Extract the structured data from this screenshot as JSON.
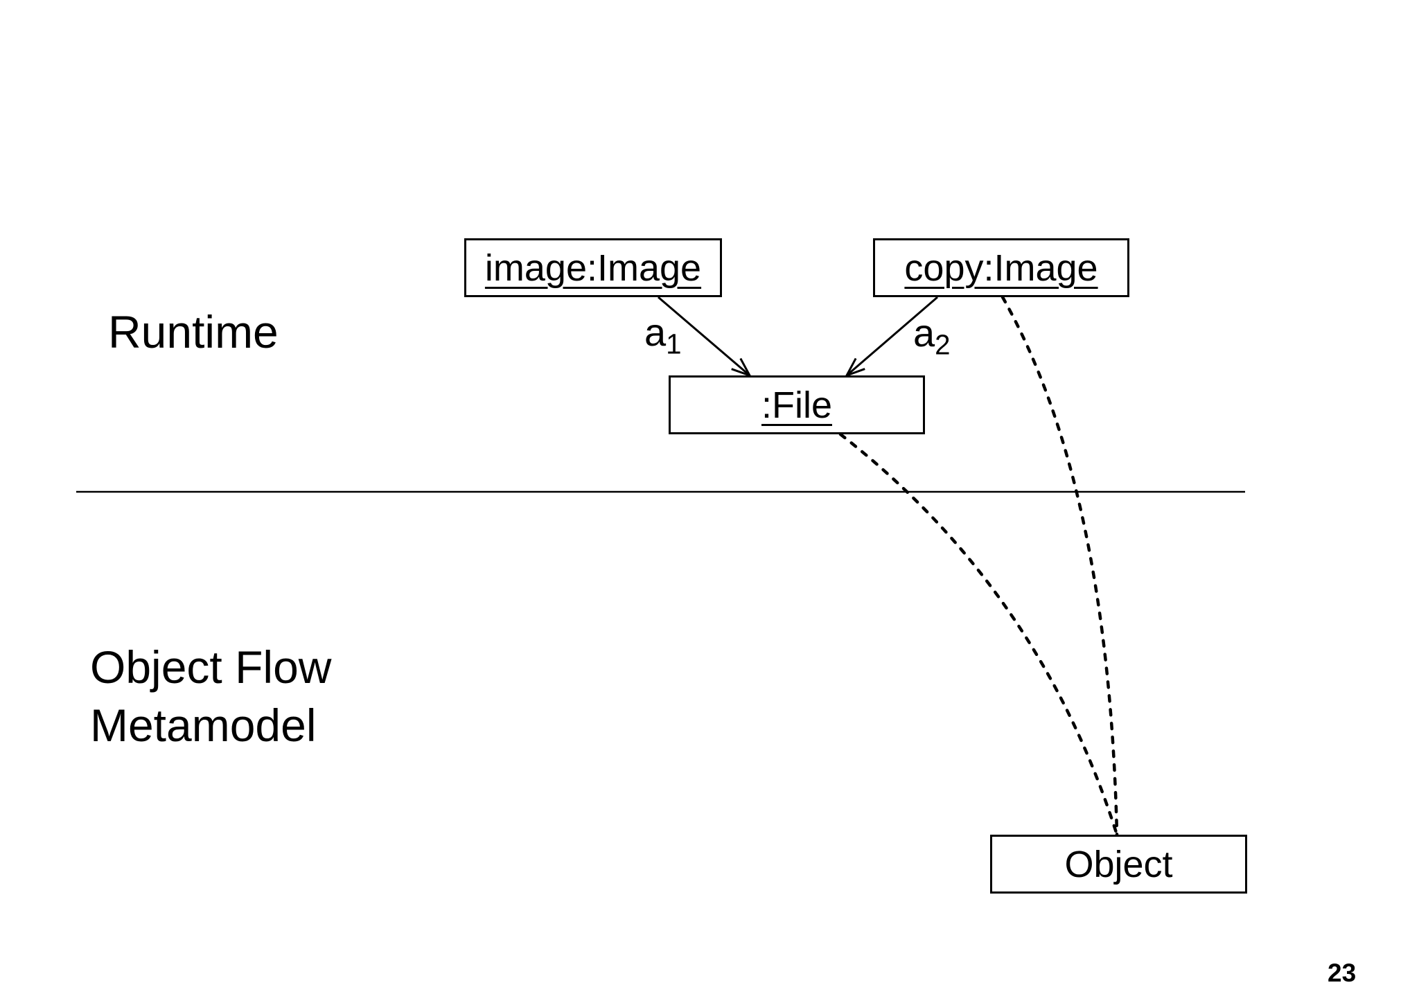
{
  "slide": {
    "background_color": "#ffffff",
    "ink_color": "#000000",
    "page_number": "23"
  },
  "section_labels": {
    "runtime": "Runtime",
    "metamodel_line1": "Object Flow",
    "metamodel_line2": "Metamodel"
  },
  "nodes": {
    "image": {
      "label": "image:Image",
      "underlined": true
    },
    "copy": {
      "label": "copy:Image",
      "underlined": true
    },
    "file": {
      "label": ":File",
      "underlined": true
    },
    "object": {
      "label": "Object",
      "underlined": false
    }
  },
  "edge_labels": {
    "a1": {
      "base": "a",
      "sub": "1"
    },
    "a2": {
      "base": "a",
      "sub": "2"
    }
  },
  "edges": [
    {
      "name": "image-to-file",
      "from": "image:Image",
      "to": ":File",
      "type": "solid-arrow",
      "label": "a1"
    },
    {
      "name": "copy-to-file",
      "from": "copy:Image",
      "to": ":File",
      "type": "solid-arrow",
      "label": "a2"
    },
    {
      "name": "file-to-object",
      "from": ":File",
      "to": "Object",
      "type": "dotted"
    },
    {
      "name": "copy-to-object",
      "from": "copy:Image",
      "to": "Object",
      "type": "dotted"
    }
  ]
}
